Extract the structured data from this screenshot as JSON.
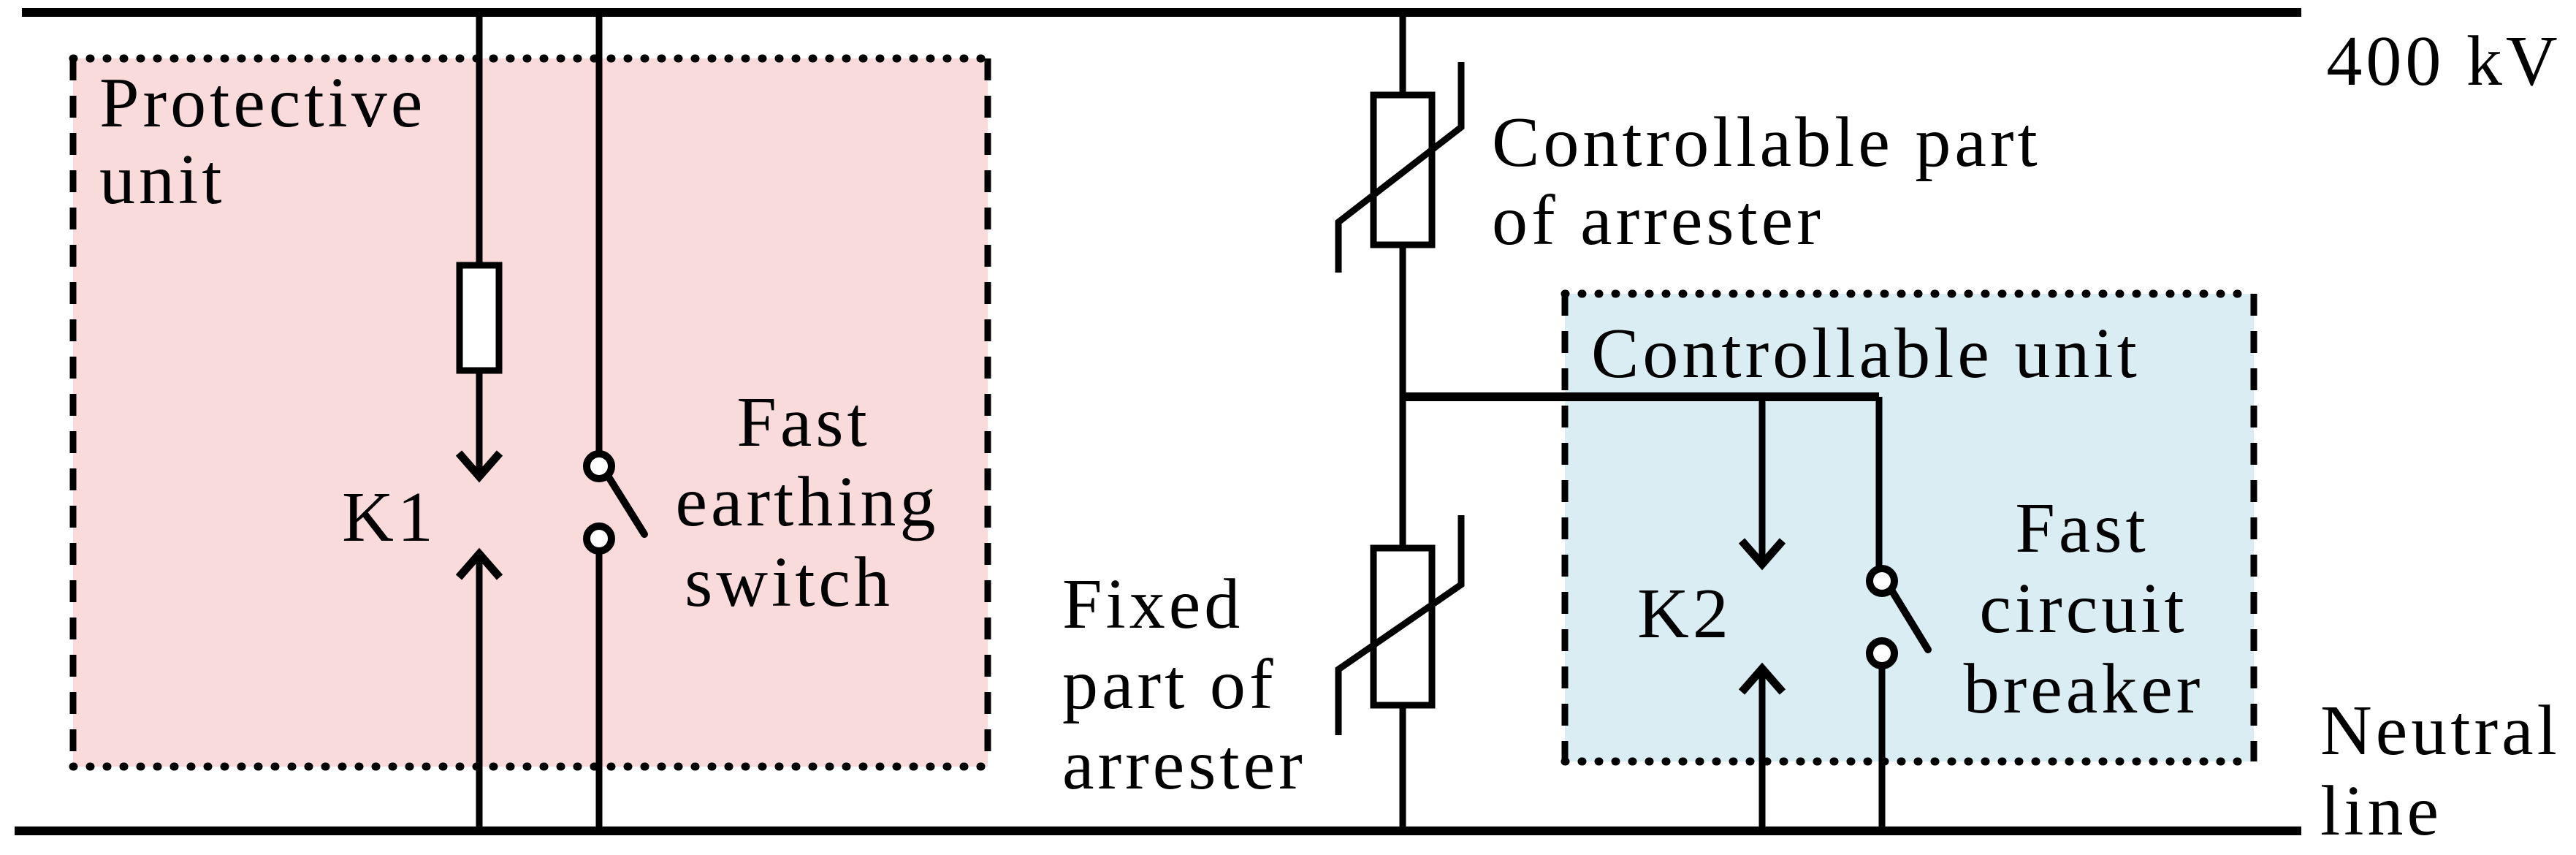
{
  "colors": {
    "protective_unit_fill": "#f8dbda",
    "controllable_unit_fill": "#d9edf2",
    "unit_label_red": "#dd1408",
    "wire_black": "#000000"
  },
  "labels": {
    "voltage": "400 kV",
    "neutral": {
      "line1": "Neutral",
      "line2": "line"
    },
    "protective_unit": {
      "line1": "Protective",
      "line2": "unit"
    },
    "k1": "K1",
    "fast_earthing_switch": {
      "line1": "Fast",
      "line2": "earthing",
      "line3": "switch"
    },
    "controllable_arrester": {
      "line1": "Controllable part",
      "line2": "of arrester"
    },
    "fixed_arrester": {
      "line1": "Fixed",
      "line2": "part of",
      "line3": "arrester"
    },
    "controllable_unit": "Controllable unit",
    "k2": "K2",
    "fast_circuit_breaker": {
      "line1": "Fast",
      "line2": "circuit",
      "line3": "breaker"
    }
  }
}
